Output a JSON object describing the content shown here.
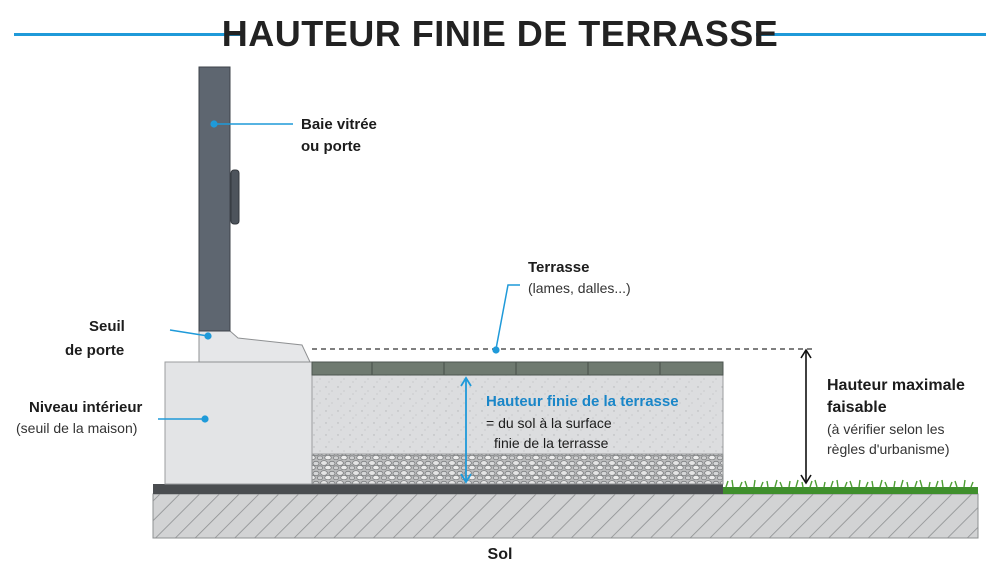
{
  "title": "HAUTEUR FINIE DE TERRASSE",
  "labels": {
    "baie_line1": "Baie vitrée",
    "baie_line2": "ou porte",
    "seuil_line1": "Seuil",
    "seuil_line2": "de porte",
    "niveau_title": "Niveau intérieur",
    "niveau_sub": "(seuil de la maison)",
    "terrasse_title": "Terrasse",
    "terrasse_sub": "(lames, dalles...)",
    "hauteur_finie_title": "Hauteur finie de la terrasse",
    "hauteur_finie_line1": "= du sol à la surface",
    "hauteur_finie_line2": "finie de la terrasse",
    "hauteur_max_line1": "Hauteur maximale",
    "hauteur_max_line2": "faisable",
    "hauteur_max_sub1": "(à vérifier selon les",
    "hauteur_max_sub2": "règles d'urbanisme)",
    "sol": "Sol"
  },
  "colors": {
    "accent": "#1f9ad9",
    "door": "#5e6670",
    "concrete": "#d9dadc",
    "deck": "#6f7a70",
    "ground": "#cfd0d1",
    "grass": "#3f8f2c"
  }
}
